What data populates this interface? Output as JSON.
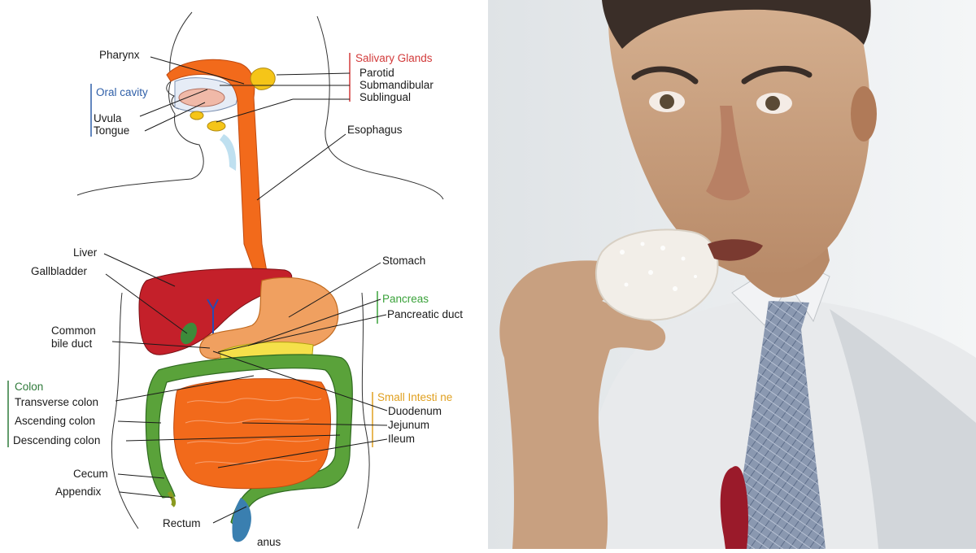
{
  "diagram": {
    "labels": {
      "pharynx": "Pharynx",
      "oral_cavity": "Oral cavity",
      "uvula": "Uvula",
      "tongue": "Tongue",
      "salivary_glands": "Salivary Glands",
      "parotid": "Parotid",
      "submandibular": "Submandibular",
      "sublingual": "Sublingual",
      "esophagus": "Esophagus",
      "liver": "Liver",
      "gallbladder": "Gallbladder",
      "common": "Common",
      "bile_duct": "bile duct",
      "stomach": "Stomach",
      "pancreas": "Pancreas",
      "pancreatic_duct": "Pancreatic duct",
      "colon": "Colon",
      "transverse_colon": "Transverse colon",
      "ascending_colon": "Ascending colon",
      "descending_colon": "Descending colon",
      "small_intestine": "Small Intesti ne",
      "duodenum": "Duodenum",
      "jejunum": "Jejunum",
      "ileum": "Ileum",
      "cecum": "Cecum",
      "appendix": "Appendix",
      "rectum": "Rectum",
      "anus": "anus"
    },
    "colors": {
      "esophagus": "#f26a1b",
      "liver": "#c4202a",
      "stomach": "#f0a060",
      "colon": "#5aa23a",
      "small_intestine": "#f26a1b",
      "pancreas": "#f5e04a",
      "salivary": "#f5c518",
      "rectum": "#3a7fb0"
    }
  },
  "photo": {
    "subject": "man-eating-donut",
    "colors": {
      "shirt": "#e8eaec",
      "tie": "#8a98b0",
      "skin": "#c8a080",
      "background": "#f2f4f5",
      "jelly": "#9a1a2a"
    }
  }
}
